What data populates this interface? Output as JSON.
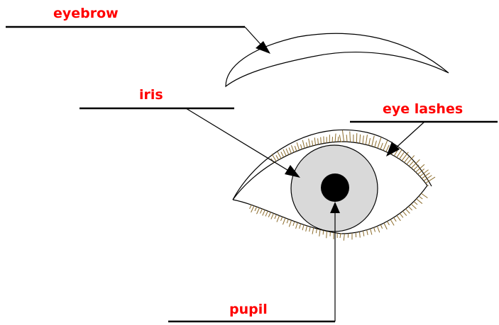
{
  "labels": {
    "eyebrow": "eyebrow",
    "iris": "iris",
    "eye_lashes": "eye lashes",
    "pupil": "pupil"
  },
  "colors": {
    "label_text": "#ff0000",
    "lines": "#000000",
    "iris_fill": "#d9d9d9",
    "pupil_fill": "#000000",
    "lash_color": "#8b6b2a",
    "background": "#ffffff"
  }
}
